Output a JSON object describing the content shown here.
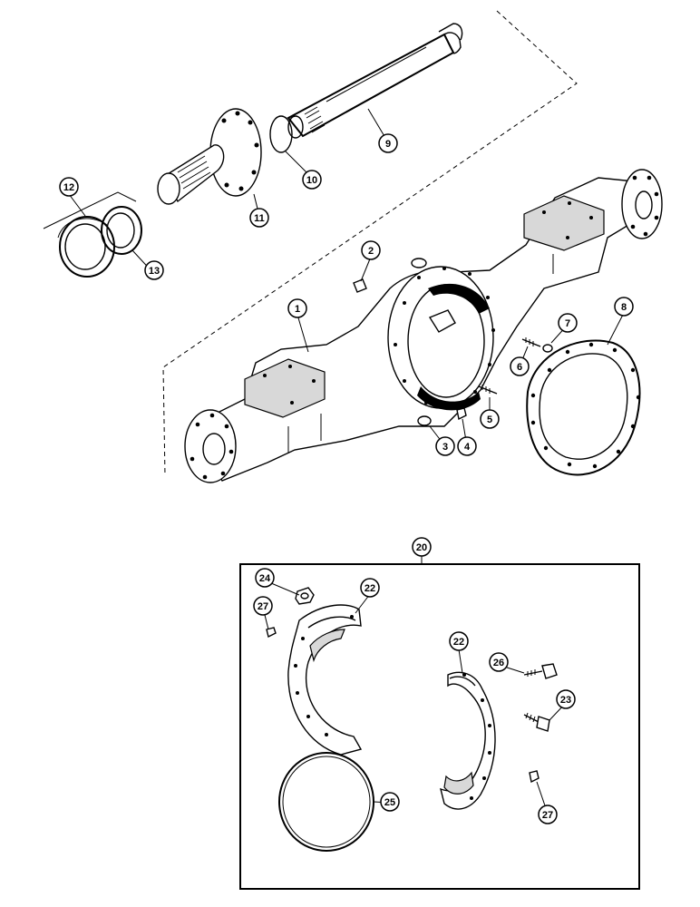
{
  "callouts": [
    {
      "id": "c1",
      "label": "1"
    },
    {
      "id": "c2",
      "label": "2"
    },
    {
      "id": "c3",
      "label": "3"
    },
    {
      "id": "c4",
      "label": "4"
    },
    {
      "id": "c5",
      "label": "5"
    },
    {
      "id": "c6",
      "label": "6"
    },
    {
      "id": "c7",
      "label": "7"
    },
    {
      "id": "c8",
      "label": "8"
    },
    {
      "id": "c9",
      "label": "9"
    },
    {
      "id": "c10",
      "label": "10"
    },
    {
      "id": "c11",
      "label": "11"
    },
    {
      "id": "c12",
      "label": "12"
    },
    {
      "id": "c13",
      "label": "13"
    },
    {
      "id": "c20",
      "label": "20"
    },
    {
      "id": "c22a",
      "label": "22"
    },
    {
      "id": "c22b",
      "label": "22"
    },
    {
      "id": "c23",
      "label": "23"
    },
    {
      "id": "c24",
      "label": "24"
    },
    {
      "id": "c25",
      "label": "25"
    },
    {
      "id": "c26",
      "label": "26"
    },
    {
      "id": "c27a",
      "label": "27"
    },
    {
      "id": "c27b",
      "label": "27"
    }
  ]
}
